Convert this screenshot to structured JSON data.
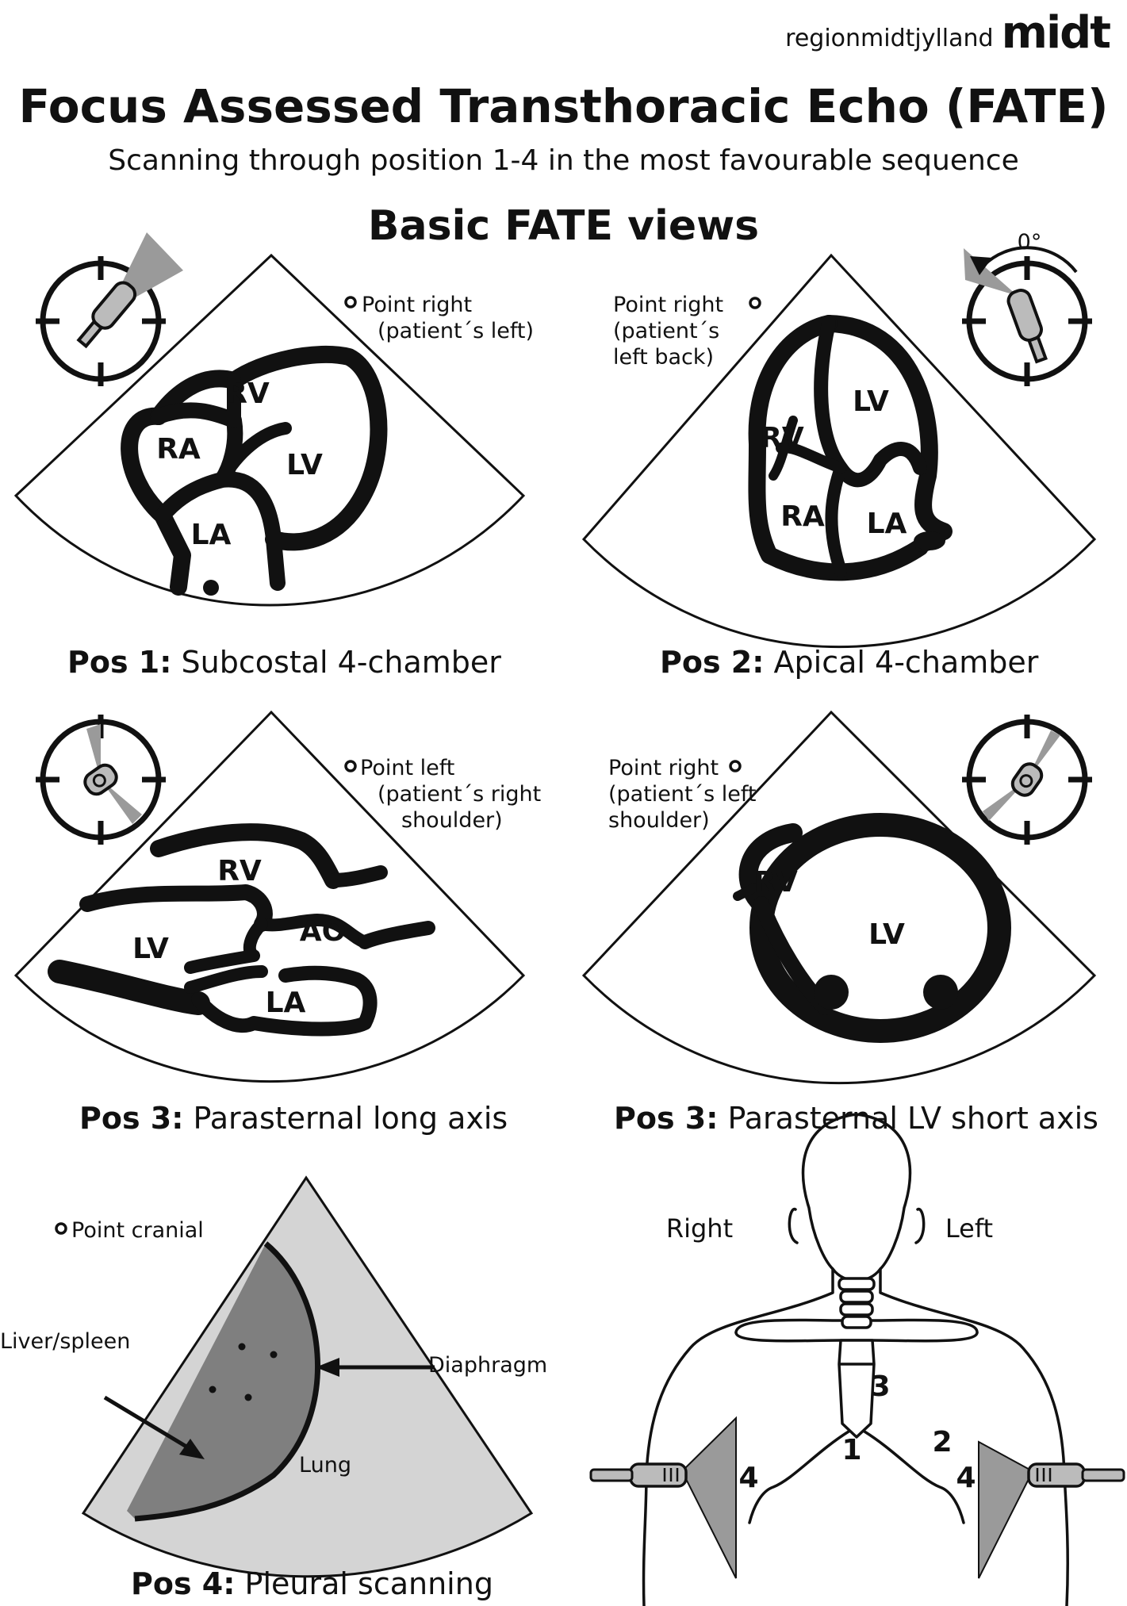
{
  "header": {
    "logo_text": "regionmidtjylland",
    "logo_mark": "midt",
    "title": "Focus Assessed Transthoracic Echo (FATE)",
    "subtitle": "Scanning through position 1-4 in the most favourable sequence",
    "section": "Basic FATE views"
  },
  "views": [
    {
      "pos": "Pos 1:",
      "name": "Subcostal 4-chamber",
      "note": [
        "Point right",
        "(patient´s left)"
      ],
      "chambers": [
        "RV",
        "RA",
        "LV",
        "LA"
      ]
    },
    {
      "pos": "Pos 2:",
      "name": "Apical 4-chamber",
      "note": [
        "Point right",
        "(patient´s",
        "left back)"
      ],
      "angle": "0°",
      "chambers": [
        "LV",
        "RV",
        "RA",
        "LA"
      ]
    },
    {
      "pos": "Pos 3:",
      "name": "Parasternal long axis",
      "note": [
        "Point left",
        "(patient´s right",
        "shoulder)"
      ],
      "chambers": [
        "RV",
        "AO",
        "LV",
        "LA"
      ]
    },
    {
      "pos": "Pos 3:",
      "name": "Parasternal LV short axis",
      "note": [
        "Point right",
        "(patient´s left",
        "shoulder)"
      ],
      "chambers": [
        "RV",
        "LV"
      ]
    },
    {
      "pos": "Pos 4:",
      "name": "Pleural scanning",
      "note": [
        "Point cranial"
      ],
      "labels": {
        "liver": "Liver/spleen",
        "diaphragm": "Diaphragm",
        "lung": "Lung"
      }
    }
  ],
  "body": {
    "right": "Right",
    "left": "Left",
    "positions": [
      "1",
      "2",
      "3",
      "4",
      "4"
    ]
  },
  "colors": {
    "ink": "#111111",
    "probe_grey": "#9a9a9a",
    "lung": "#d4d4d4",
    "liver": "#7f7f7f"
  }
}
